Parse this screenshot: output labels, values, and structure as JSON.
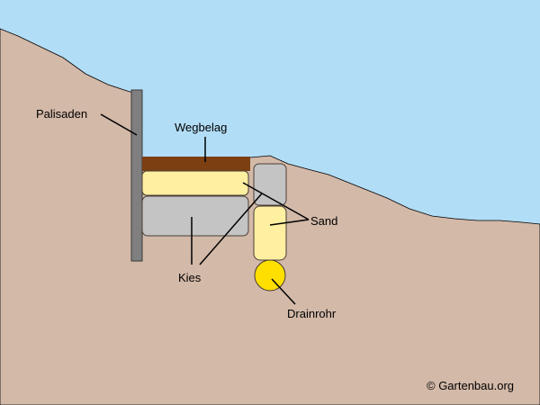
{
  "colors": {
    "sky": "#b2ddf6",
    "soil": "#d3b9a8",
    "palisade": "#7f7f7f",
    "path_surface": "#7b3f12",
    "sand": "#ffefa0",
    "gravel": "#c4c4c4",
    "drainpipe": "#ffdf00",
    "outline": "#4a3e36"
  },
  "labels": {
    "palisades": "Palisaden",
    "path_surface": "Wegbelag",
    "sand": "Sand",
    "gravel": "Kies",
    "drainpipe": "Drainrohr"
  },
  "copyright": "© Gartenbau.org"
}
